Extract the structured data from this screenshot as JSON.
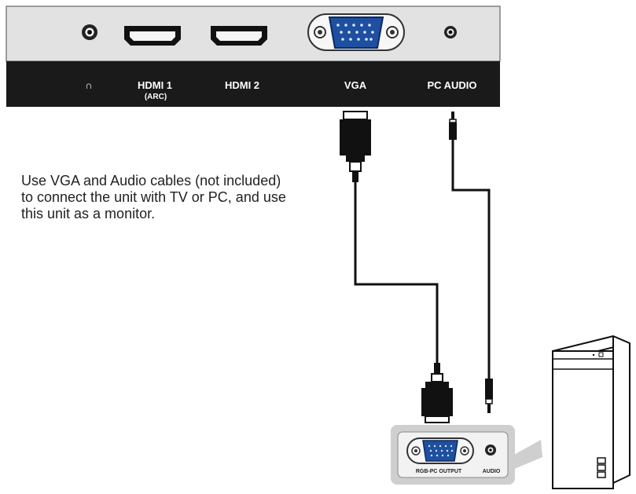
{
  "panel": {
    "ports": [
      {
        "name": "headphone",
        "label": "∩",
        "sub": ""
      },
      {
        "name": "hdmi1",
        "label": "HDMI 1",
        "sub": "(ARC)"
      },
      {
        "name": "hdmi2",
        "label": "HDMI 2",
        "sub": ""
      },
      {
        "name": "vga",
        "label": "VGA",
        "sub": ""
      },
      {
        "name": "pc-audio",
        "label": "PC AUDIO",
        "sub": ""
      }
    ]
  },
  "instructions": "Use VGA and Audio cables (not included) to connect the unit with TV or PC, and use this unit as a monitor.",
  "pc_panel": {
    "rgb_label": "RGB-PC OUTPUT",
    "audio_label": "AUDIO"
  },
  "icons": {
    "headphone": "headphone-icon",
    "computer": "computer-tower-icon"
  }
}
